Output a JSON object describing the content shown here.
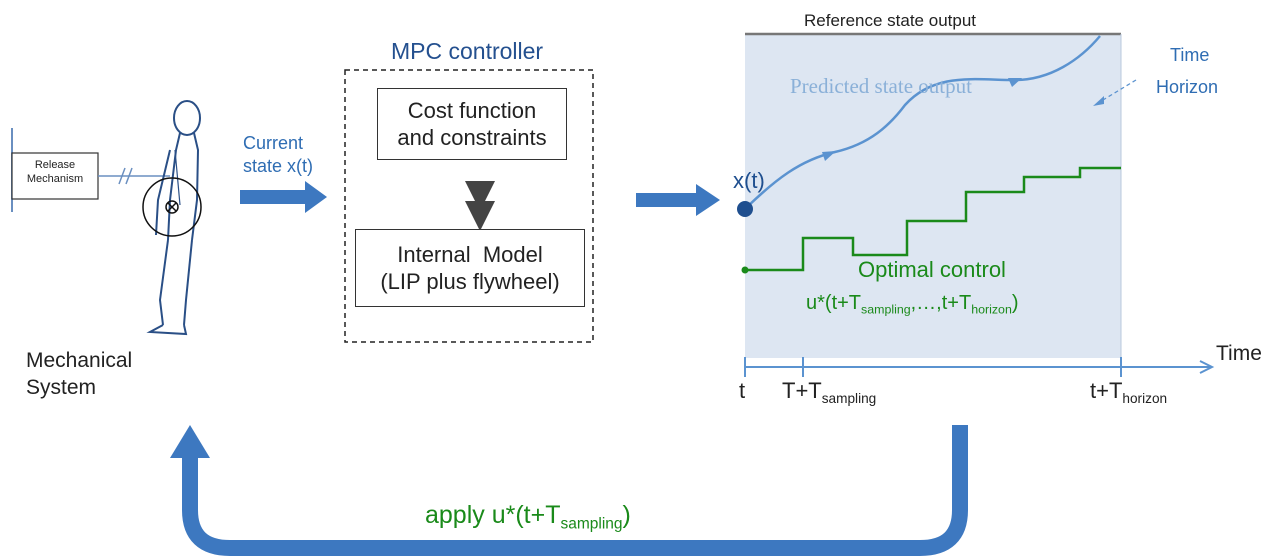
{
  "mechanical": {
    "release_label": "Release Mechanism",
    "system_label_line1": "Mechanical",
    "system_label_line2": "System"
  },
  "input_arrow": {
    "label_line1": "Current",
    "label_line2": "state x(t)"
  },
  "mpc": {
    "title": "MPC controller",
    "cost_box_line1": "Cost function",
    "cost_box_line2": "and constraints",
    "model_box_line1": "Internal  Model",
    "model_box_line2": "(LIP plus flywheel)"
  },
  "plot": {
    "reference_label": "Reference state output",
    "predicted_label": "Predicted state output",
    "time_horizon_line1": "Time",
    "time_horizon_line2": "Horizon",
    "state_label": "x(t)",
    "optimal_control_label": "Optimal control",
    "control_sequence_prefix": "u*(t+T",
    "control_sequence_sub1": "sampling",
    "control_sequence_mid": ",…,t+T",
    "control_sequence_sub2": "horizon",
    "control_sequence_suffix": ")",
    "axis_label": "Time",
    "tick_t": "t",
    "tick_sampling_prefix": "T+T",
    "tick_sampling_sub": "sampling",
    "tick_horizon_prefix": "t+T",
    "tick_horizon_sub": "horizon"
  },
  "feedback": {
    "label_prefix": "apply u*(t+T",
    "label_sub": "sampling",
    "label_suffix": ")"
  },
  "colors": {
    "arrow_blue": "#3d78c0",
    "panel_fill": "#dde6f2",
    "prediction_blue": "#5b93d0",
    "control_green": "#1a8a1a",
    "reference_gray": "#777777"
  }
}
